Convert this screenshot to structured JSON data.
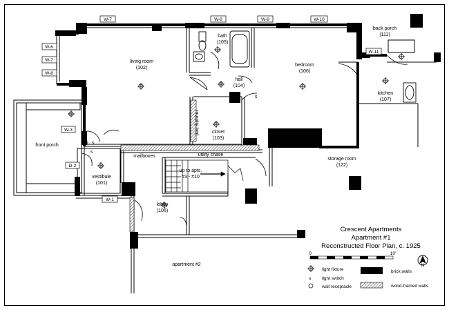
{
  "rooms": {
    "living_room": {
      "name": "living room",
      "num": "(102)"
    },
    "bath": {
      "name": "bath",
      "num": "(105)"
    },
    "bedroom": {
      "name": "bedroom",
      "num": "(106)"
    },
    "back_porch": {
      "name": "back porch",
      "num": "(111)"
    },
    "hall": {
      "name": "hall",
      "num": "(104)"
    },
    "kitchen": {
      "name": "kitchen",
      "num": "(107)"
    },
    "closet": {
      "name": "closet",
      "num": "(103)"
    },
    "murphy_bed": {
      "name": "murphy bed"
    },
    "front_porch": {
      "name": "front porch"
    },
    "vestibule": {
      "name": "vestibule",
      "num": "(101)"
    },
    "mailboxes": {
      "name": "mailboxes"
    },
    "utility_chase": {
      "name": "utility chase"
    },
    "storage_room": {
      "name": "storage room",
      "num": "(122)"
    },
    "stairs": {
      "line1": "up to apts.",
      "line2": "#3 - #10"
    },
    "lobby": {
      "name": "lobby",
      "num": "(106)"
    },
    "apartment2": {
      "name": "apartment #2"
    }
  },
  "windows": {
    "w7_top": "W-7",
    "w8_top": "W-8",
    "w9": "W-9",
    "w10": "W-10",
    "w6": "W-6",
    "w7_side": "W-7",
    "w8_side": "W-8",
    "w3": "W-3",
    "d2": "D-2",
    "w1": "W-1",
    "w11": "W-11"
  },
  "switch_mark": "s",
  "title": {
    "line1": "Crescent Apartments",
    "line2": "Apartment #1",
    "line3": "Reconstructed Floor Plan, c. 1925"
  },
  "scale": {
    "start": "0",
    "end": "10'"
  },
  "north": "N",
  "legend": {
    "light_fixture": "light fixture",
    "light_switch": "light switch",
    "wall_receptacle": "wall receptacle",
    "brick_walls": "brick walls",
    "wood_framed_walls": "wood-framed walls",
    "switch_symbol": "s"
  }
}
